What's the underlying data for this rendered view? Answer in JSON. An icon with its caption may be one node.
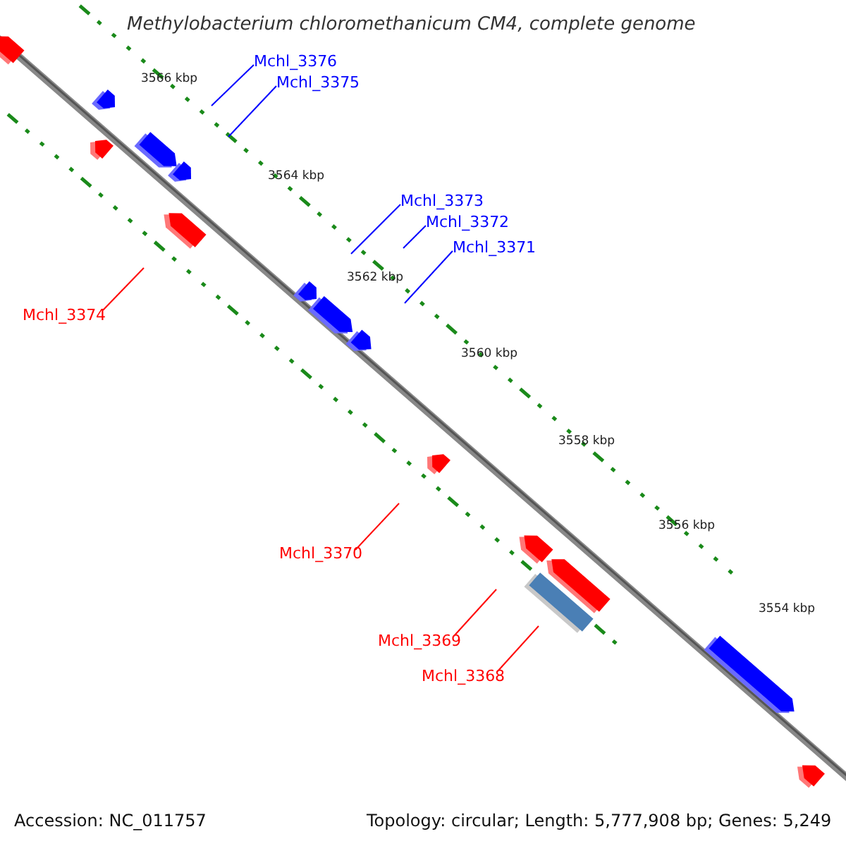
{
  "diagram": {
    "title": "Methylobacterium chloromethanicum CM4, complete genome",
    "nodes": [
      {
        "text": [
          "Mchl_3376"
        ]
      },
      {
        "text": [
          "Mchl_3375"
        ]
      },
      {
        "text": [
          "Mchl_3373"
        ]
      },
      {
        "text": [
          "Mchl_3372"
        ]
      },
      {
        "text": [
          "Mchl_3371"
        ]
      },
      {
        "text": [
          "Mchl_3374"
        ]
      },
      {
        "text": [
          "Mchl_3370"
        ]
      },
      {
        "text": [
          "Mchl_3369"
        ]
      },
      {
        "text": [
          "Mchl_3368"
        ]
      }
    ],
    "edges": [
      {
        "from": 0,
        "to": null,
        "arrow": "none"
      },
      {
        "from": 1,
        "to": null,
        "arrow": "none"
      },
      {
        "from": 2,
        "to": null,
        "arrow": "none"
      },
      {
        "from": 3,
        "to": null,
        "arrow": "none"
      },
      {
        "from": 4,
        "to": null,
        "arrow": "none"
      },
      {
        "from": 5,
        "to": null,
        "arrow": "none",
        "color": "#ff0000"
      },
      {
        "from": 6,
        "to": null,
        "arrow": "none",
        "color": "#ff0000"
      },
      {
        "from": 7,
        "to": null,
        "arrow": "none",
        "color": "#ff0000"
      },
      {
        "from": 8,
        "to": null,
        "arrow": "none",
        "color": "#ff0000"
      }
    ],
    "labels": [
      "3566 kbp",
      "3564 kbp",
      "3562 kbp",
      "3560 kbp",
      "3558 kbp",
      "3556 kbp",
      "3554 kbp",
      "Accession: NC_011757",
      "Topology: circular; Length: 5,777,908 bp; Genes: 5,249"
    ]
  }
}
